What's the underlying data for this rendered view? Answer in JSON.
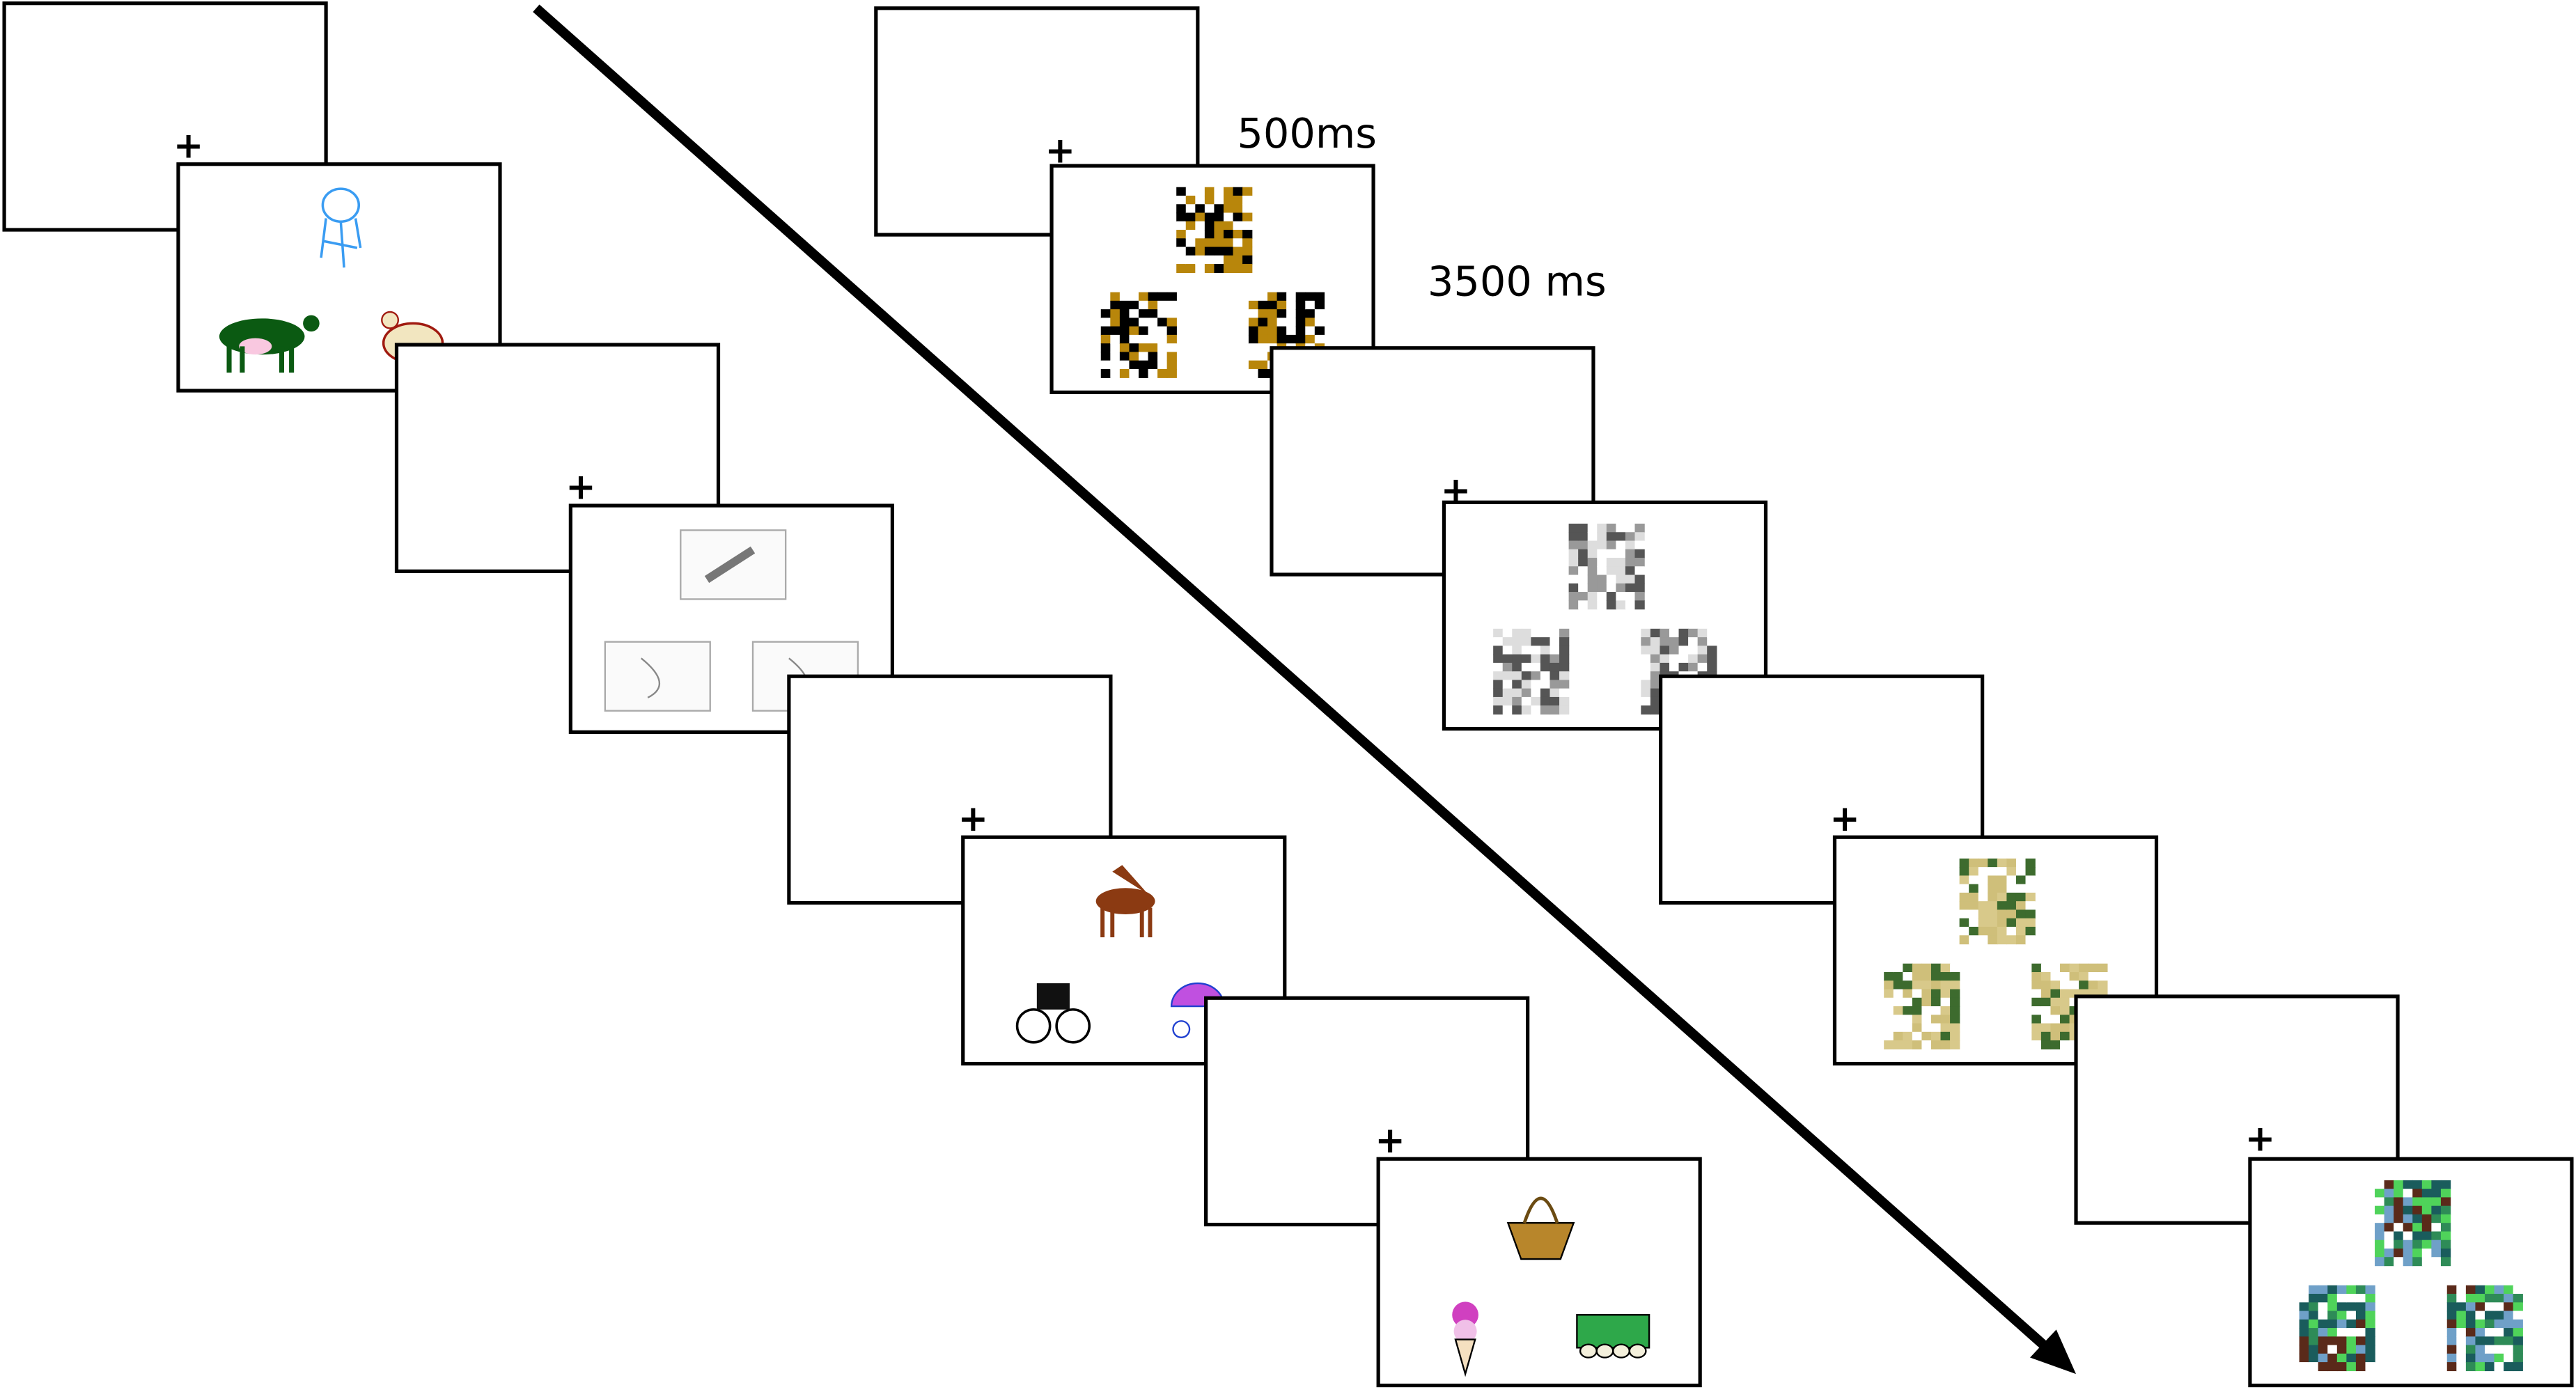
{
  "fixation_symbol": "+",
  "timing": {
    "fixation_label": "500ms",
    "stimulus_label": "3500 ms"
  },
  "colors": {
    "frame_border": "#000000",
    "arrow": "#000000",
    "noise_palettes": [
      [
        "#000000",
        "#b8860b",
        "#ffffff"
      ],
      [
        "#555555",
        "#999999",
        "#dddddd",
        "#ffffff"
      ],
      [
        "#d8c98a",
        "#cfbf7a",
        "#ffffff",
        "#3d6b2e"
      ],
      [
        "#1a5c5c",
        "#2e8b57",
        "#4fd35a",
        "#ffffff",
        "#5a2a1a",
        "#6fa0c8"
      ]
    ]
  },
  "left_sequence": [
    {
      "trial": 1,
      "pictures": [
        "stool",
        "cow",
        "chicken"
      ]
    },
    {
      "trial": 2,
      "pictures": [
        "hairbrush",
        "chin",
        "nose"
      ]
    },
    {
      "trial": 3,
      "pictures": [
        "horse",
        "buggy",
        "pram"
      ]
    },
    {
      "trial": 4,
      "pictures": [
        "basket",
        "ice-cream-cone",
        "egg-carton"
      ]
    }
  ],
  "right_sequence": [
    {
      "trial": 1,
      "type": "scrambled"
    },
    {
      "trial": 2,
      "type": "scrambled"
    },
    {
      "trial": 3,
      "type": "scrambled"
    },
    {
      "trial": 4,
      "type": "scrambled"
    }
  ]
}
